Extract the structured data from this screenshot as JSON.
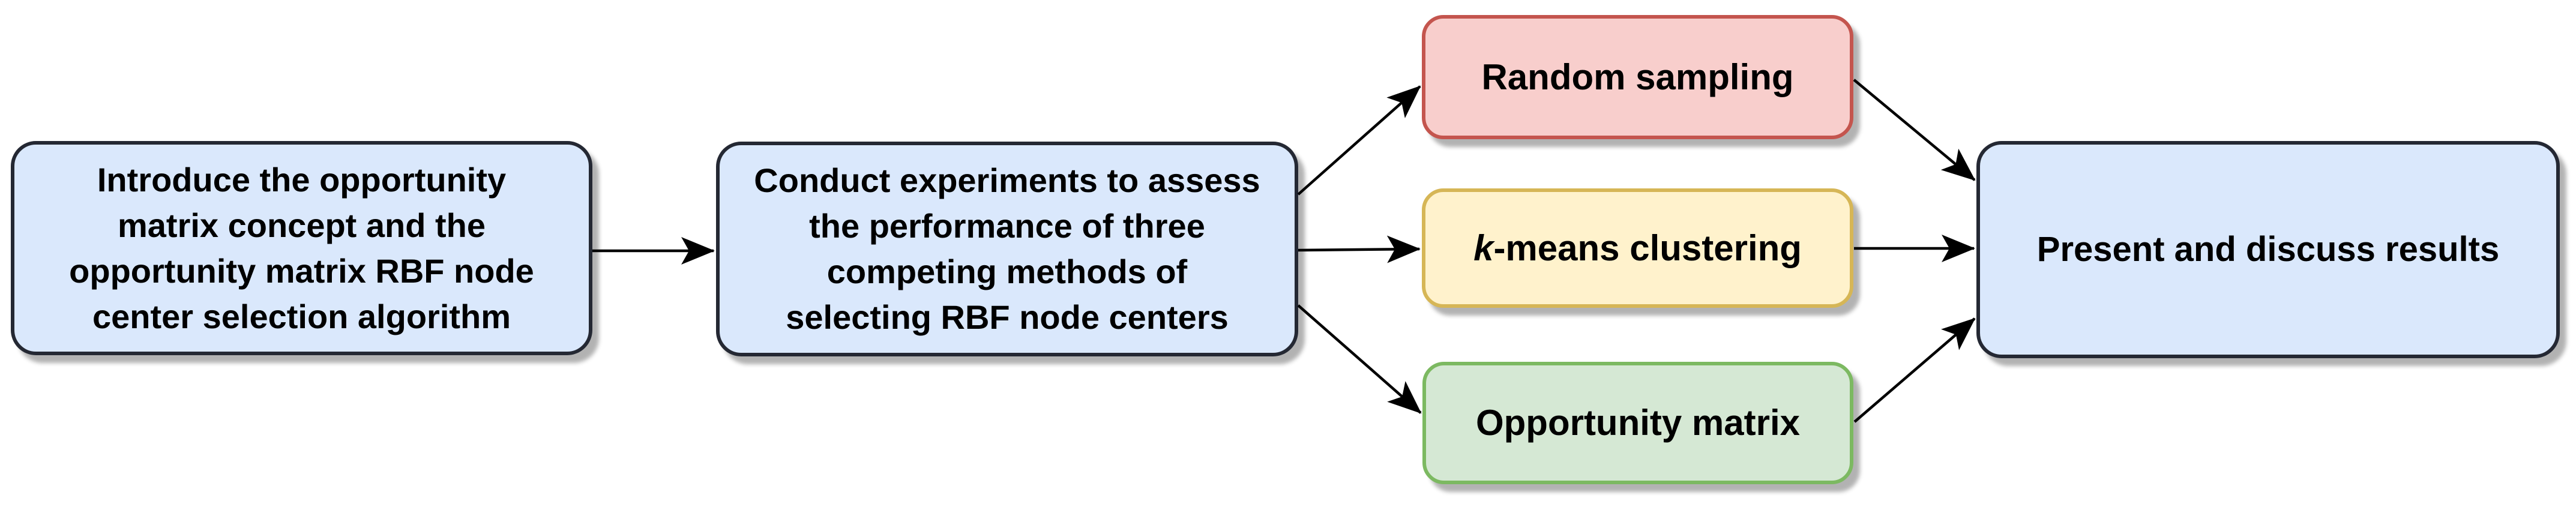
{
  "diagram": {
    "type": "flowchart",
    "background": "#ffffff",
    "text_color": "#000000",
    "arrow_color": "#000000",
    "nodes": {
      "introduce": {
        "lines": [
          "Introduce the opportunity",
          "matrix concept and the",
          "opportunity matrix RBF node",
          "center selection algorithm"
        ],
        "fill": "#dae8fc",
        "border": "#242833"
      },
      "experiments": {
        "lines": [
          "Conduct experiments to assess",
          "the performance of three",
          "competing methods of",
          "selecting RBF node centers"
        ],
        "fill": "#dae8fc",
        "border": "#242833"
      },
      "random_sampling": {
        "label": "Random sampling",
        "fill": "#f8cecc",
        "border": "#c4554e"
      },
      "kmeans": {
        "label_italic": "k",
        "label_rest": "-means clustering",
        "fill": "#fff2cc",
        "border": "#d6b656"
      },
      "opportunity_matrix": {
        "label": "Opportunity matrix",
        "fill": "#d5e8d4",
        "border": "#7cb961"
      },
      "results": {
        "label": "Present and discuss results",
        "fill": "#dae8fc",
        "border": "#242833"
      }
    },
    "edges": [
      {
        "from": "introduce",
        "to": "experiments"
      },
      {
        "from": "experiments",
        "to": "random_sampling"
      },
      {
        "from": "experiments",
        "to": "kmeans"
      },
      {
        "from": "experiments",
        "to": "opportunity_matrix"
      },
      {
        "from": "random_sampling",
        "to": "results"
      },
      {
        "from": "kmeans",
        "to": "results"
      },
      {
        "from": "opportunity_matrix",
        "to": "results"
      }
    ]
  }
}
